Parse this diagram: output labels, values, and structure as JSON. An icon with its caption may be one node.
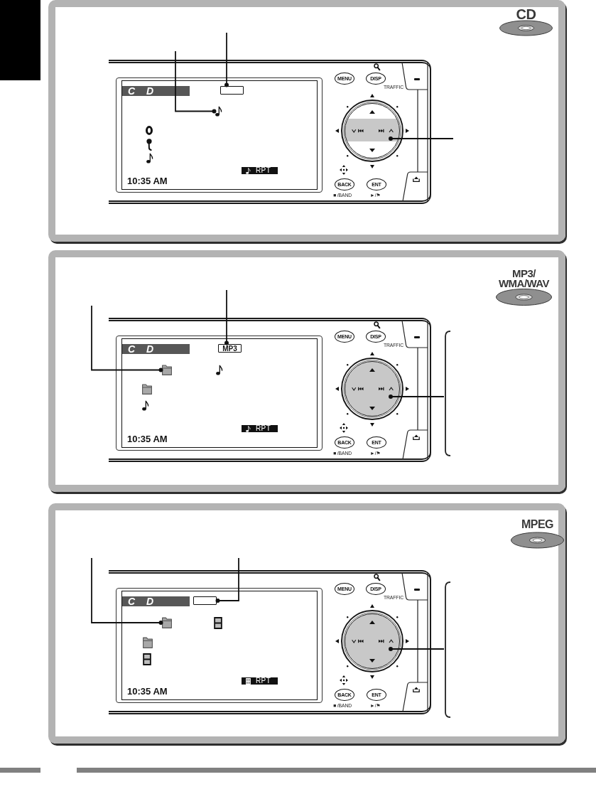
{
  "diagram": {
    "nodes": [
      {
        "text": [],
        "shape": "box"
      },
      {
        "text": [],
        "shape": "box"
      },
      {
        "text": [
          "CD"
        ],
        "in": 1
      },
      {
        "text": [],
        "shape": "box",
        "in": 1
      },
      {
        "text": [],
        "shape": "box",
        "in": 3
      },
      {
        "text": [
          "C D"
        ],
        "in": 4
      },
      {
        "text": [],
        "shape": "box",
        "in": 4
      },
      {
        "text": [],
        "shape": "picture",
        "in": 4
      },
      {
        "text": [
          "RPT"
        ],
        "in": 4
      },
      {
        "text": [
          "MENU"
        ],
        "in": 3
      },
      {
        "text": [
          "DISP"
        ],
        "beside": [
          "TRAFFIC"
        ],
        "in": 3
      },
      {
        "text": [],
        "shape": "circle",
        "in": 3
      },
      {
        "text": [
          "BACK"
        ],
        "beside": [
          "■ /BAND"
        ],
        "in": 3
      },
      {
        "text": [
          "ENT"
        ],
        "beside": [
          "►/⚑"
        ],
        "in": 3
      },
      {
        "text": [],
        "shape": "box"
      },
      {
        "text": [
          "MP3/ WMA/WAV"
        ],
        "in": 14
      },
      {
        "text": [],
        "shape": "box",
        "in": 14
      },
      {
        "text": [],
        "shape": "box",
        "in": 16
      },
      {
        "text": [
          "C D"
        ],
        "in": 17
      },
      {
        "text": [
          "MP3"
        ],
        "in": 17
      },
      {
        "text": [],
        "shape": "picture",
        "in": 17
      },
      {
        "text": [
          "RPT"
        ],
        "in": 17
      },
      {
        "text": [
          "MENU"
        ],
        "in": 16
      },
      {
        "text": [
          "DISP"
        ],
        "beside": [
          "TRAFFIC"
        ],
        "in": 16
      },
      {
        "text": [],
        "shape": "circle",
        "in": 16
      },
      {
        "text": [
          "BACK"
        ],
        "beside": [
          "■ /BAND"
        ],
        "in": 16
      },
      {
        "text": [
          "ENT"
        ],
        "beside": [
          "►/⚑"
        ],
        "in": 16
      },
      {
        "text": [],
        "shape": "box"
      },
      {
        "text": [
          "MPEG"
        ],
        "in": 27
      },
      {
        "text": [],
        "shape": "box",
        "in": 27
      },
      {
        "text": [],
        "shape": "box",
        "in": 29
      },
      {
        "text": [
          "C D"
        ],
        "in": 30
      },
      {
        "text": [],
        "shape": "box",
        "in": 30
      },
      {
        "text": [],
        "shape": "picture",
        "in": 30
      },
      {
        "text": [
          "RPT"
        ],
        "in": 30
      },
      {
        "text": [
          "MENU"
        ],
        "in": 29
      },
      {
        "text": [
          "DISP"
        ],
        "beside": [
          "TRAFFIC"
        ],
        "in": 29
      },
      {
        "text": [],
        "shape": "circle",
        "in": 29
      },
      {
        "text": [
          "BACK"
        ],
        "beside": [
          "■ /BAND"
        ],
        "in": 29
      },
      {
        "text": [
          "ENT"
        ],
        "beside": [
          "►/⚑"
        ],
        "in": 29
      }
    ],
    "edges": [
      {
        "from": null,
        "to": 7,
        "arrow": "other"
      },
      {
        "from": null,
        "to": 6,
        "arrow": "other"
      },
      {
        "from": null,
        "to": 11,
        "arrow": "other"
      },
      {
        "from": null,
        "to": 20,
        "arrow": "other"
      },
      {
        "from": null,
        "to": 19,
        "arrow": "other"
      },
      {
        "from": null,
        "to": 24,
        "arrow": "other"
      },
      {
        "from": null,
        "to": 33,
        "arrow": "other"
      },
      {
        "from": null,
        "to": 32,
        "arrow": "other"
      },
      {
        "from": null,
        "to": 37,
        "arrow": "other"
      }
    ],
    "labels": [
      "10:35 AM",
      "10:35 AM",
      "10:35 AM"
    ]
  }
}
